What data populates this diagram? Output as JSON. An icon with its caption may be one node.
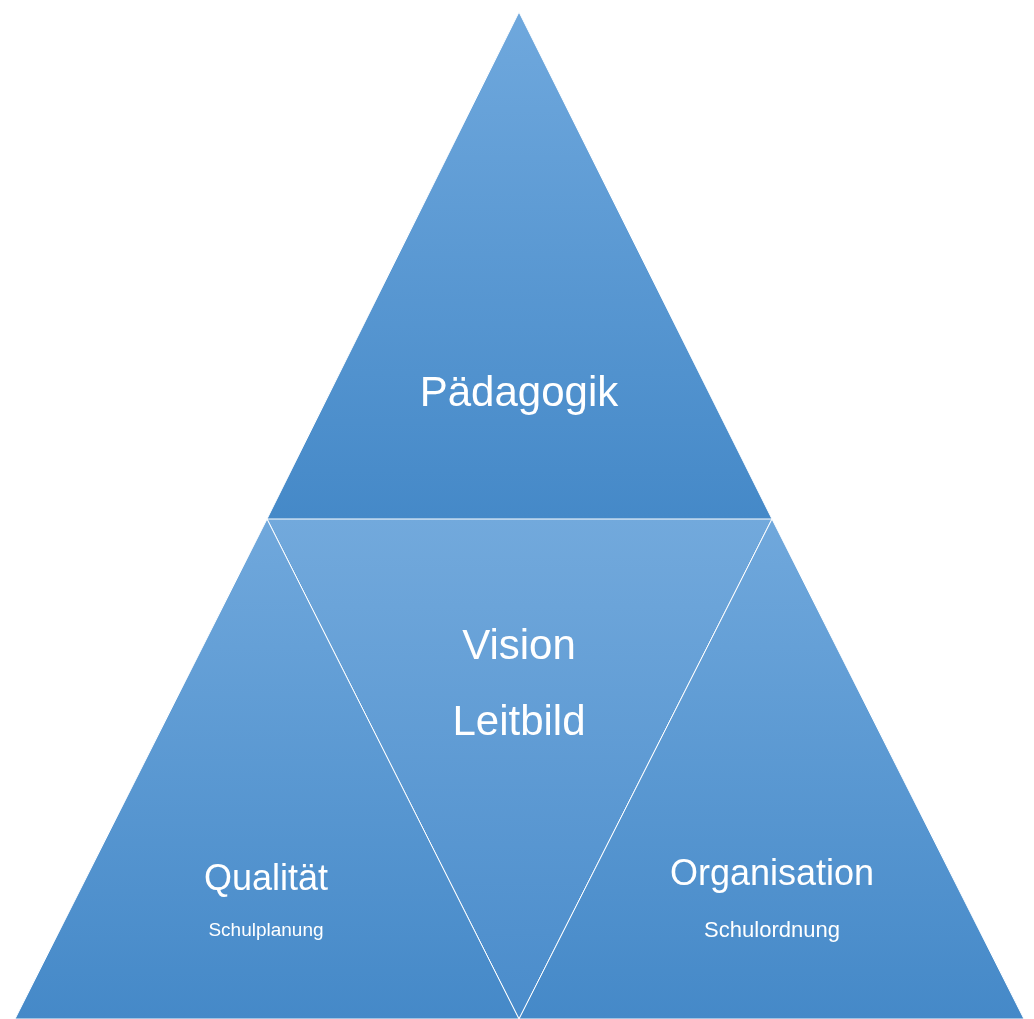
{
  "diagram": {
    "nodes": [
      {
        "text": [
          "Pädagogik"
        ]
      },
      {
        "text": [
          "Vision Leitbild"
        ]
      },
      {
        "text": [
          "Qualität",
          "Schulplanung"
        ]
      },
      {
        "text": [
          "Organisation",
          "Schulordnung"
        ]
      }
    ]
  }
}
